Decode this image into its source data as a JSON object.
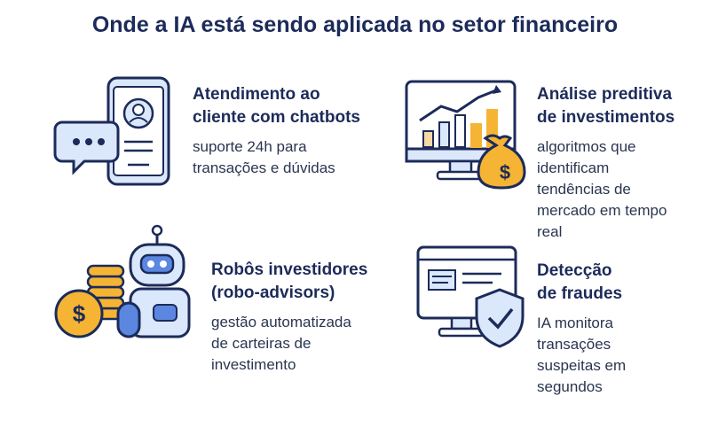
{
  "title": "Onde a IA está sendo aplicada no setor financeiro",
  "colors": {
    "navy": "#1c2b59",
    "blue_light": "#dbe7fb",
    "blue_mid": "#5b87e0",
    "gold": "#f5b434",
    "orange": "#f29a2e"
  },
  "cards": [
    {
      "icon": "chatbot-phone-icon",
      "heading_line1": "Atendimento ao",
      "heading_line2": "cliente com chatbots",
      "desc_line1": "suporte 24h para",
      "desc_line2": "transações e dúvidas"
    },
    {
      "icon": "investment-chart-icon",
      "heading_line1": "Análise preditiva",
      "heading_line2": "de investimentos",
      "desc_line1": "algoritmos que",
      "desc_line2": "identificam",
      "desc_line3": "tendências de",
      "desc_line4": "mercado em tempo",
      "desc_line5": "real"
    },
    {
      "icon": "robot-coins-icon",
      "heading_line1": "Robôs investidores",
      "heading_line2": "(robo-advisors)",
      "desc_line1": "gestão automatizada",
      "desc_line2": "de carteiras de",
      "desc_line3": "investimento"
    },
    {
      "icon": "fraud-shield-icon",
      "heading_line1": "Detecção",
      "heading_line2": "de fraudes",
      "desc_line1": "IA monitora",
      "desc_line2": "transações",
      "desc_line3": "suspeitas em",
      "desc_line4": "segundos"
    }
  ]
}
